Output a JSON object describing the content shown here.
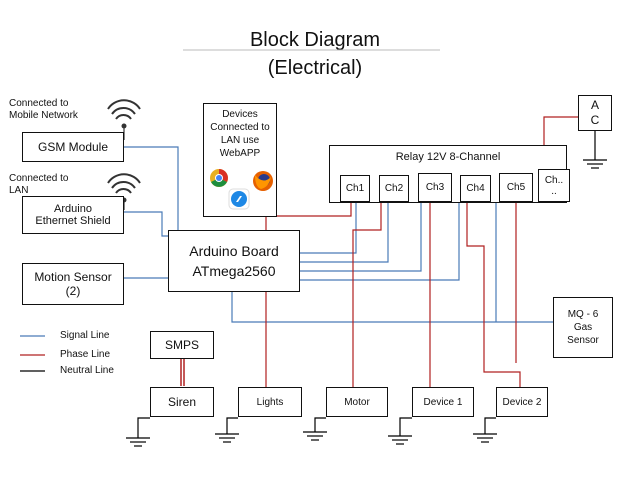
{
  "title": {
    "line1": "Block Diagram",
    "line2": "(Electrical)"
  },
  "labels": {
    "mobile_network": [
      "Connected to",
      "Mobile Network"
    ],
    "lan": [
      "Connected to",
      "LAN"
    ]
  },
  "blocks": {
    "gsm": "GSM Module",
    "ethernet": [
      "Arduino",
      "Ethernet Shield"
    ],
    "motion": [
      "Motion Sensor",
      "(2)"
    ],
    "arduino": [
      "Arduino Board",
      "ATmega2560"
    ],
    "devices": [
      "Devices",
      "Connected to",
      "LAN use",
      "WebAPP"
    ],
    "relay": "Relay 12V 8-Channel",
    "ac": [
      "A",
      "C"
    ],
    "mq6": [
      "MQ - 6",
      "Gas",
      "Sensor"
    ],
    "smps": "SMPS",
    "siren": "Siren",
    "lights": "Lights",
    "motor": "Motor",
    "device1": "Device 1",
    "device2": "Device 2"
  },
  "channels": [
    "Ch1",
    "Ch2",
    "Ch3",
    "Ch4",
    "Ch5",
    "Ch..\n.."
  ],
  "legend": [
    {
      "label": "Signal Line",
      "color": "#4a7bb7"
    },
    {
      "label": "Phase  Line",
      "color": "#b02020"
    },
    {
      "label": "Neutral  Line",
      "color": "#000000"
    }
  ],
  "colors": {
    "signal": "#4a7bb7",
    "phase": "#b02020",
    "neutral": "#000000",
    "chrome": "#e8b020",
    "firefox": "#e66000",
    "safari": "#1e88e5"
  },
  "icons": [
    "wifi-icon",
    "chrome-icon",
    "firefox-icon",
    "safari-icon",
    "ground-icon"
  ]
}
